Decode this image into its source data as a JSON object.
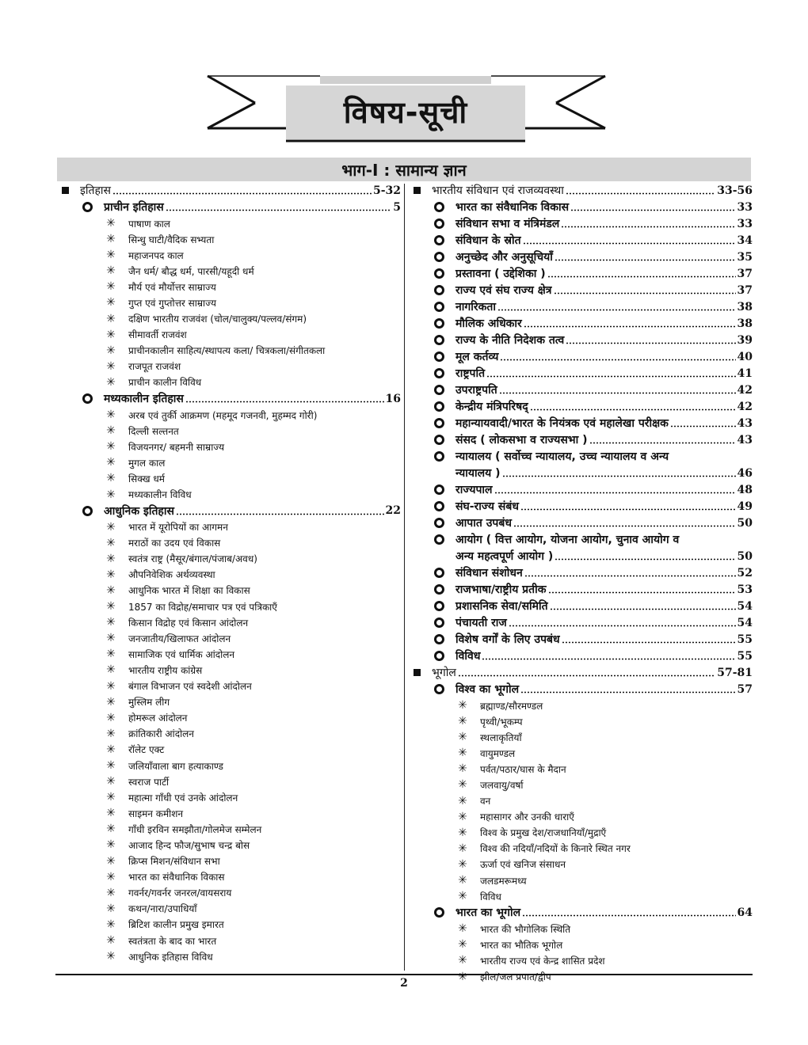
{
  "title": "विषय-सूची",
  "part_heading": "भाग-I : सामान्य ज्ञान",
  "page_number": "2",
  "left_column": [
    {
      "level": 0,
      "text": "इतिहास",
      "page": "5-32"
    },
    {
      "level": 1,
      "text": "प्राचीन इतिहास",
      "page": "5"
    },
    {
      "level": 2,
      "text": "पाषाण काल"
    },
    {
      "level": 2,
      "text": "सिन्धु घाटी/वैदिक सभ्यता"
    },
    {
      "level": 2,
      "text": "महाजनपद काल"
    },
    {
      "level": 2,
      "text": "जैन धर्म/ बौद्ध धर्म, पारसी/यहूदी धर्म"
    },
    {
      "level": 2,
      "text": "मौर्य एवं मौर्योत्तर साम्राज्य"
    },
    {
      "level": 2,
      "text": "गुप्त एवं गुप्तोत्तर साम्राज्य"
    },
    {
      "level": 2,
      "text": "दक्षिण भारतीय राजवंश (चोल/चालुक्य/पल्लव/संगम)"
    },
    {
      "level": 2,
      "text": "सीमावर्ती राजवंश"
    },
    {
      "level": 2,
      "text": "प्राचीनकालीन साहित्य/स्थापत्य कला/ चित्रकला/संगीतकला"
    },
    {
      "level": 2,
      "text": "राजपूत राजवंश"
    },
    {
      "level": 2,
      "text": "प्राचीन कालीन विविध"
    },
    {
      "level": 1,
      "text": "मध्यकालीन इतिहास",
      "page": "16"
    },
    {
      "level": 2,
      "text": "अरब एवं तुर्की आक्रमण (महमूद गजनवी, मुहम्मद गोरी)"
    },
    {
      "level": 2,
      "text": "दिल्ली सल्तनत"
    },
    {
      "level": 2,
      "text": "विजयनगर/ बहमनी साम्राज्य"
    },
    {
      "level": 2,
      "text": "मुगल काल"
    },
    {
      "level": 2,
      "text": "सिक्ख धर्म"
    },
    {
      "level": 2,
      "text": "मध्यकालीन विविध"
    },
    {
      "level": 1,
      "text": "आधुनिक इतिहास",
      "page": "22"
    },
    {
      "level": 2,
      "text": "भारत में यूरोपियों का आगमन"
    },
    {
      "level": 2,
      "text": "मराठों का उदय एवं विकास"
    },
    {
      "level": 2,
      "text": "स्वतंत्र राष्ट्र (मैसूर/बंगाल/पंजाब/अवध)"
    },
    {
      "level": 2,
      "text": "औपनिवेशिक अर्थव्यवस्था"
    },
    {
      "level": 2,
      "text": "आधुनिक भारत में शिक्षा का विकास"
    },
    {
      "level": 2,
      "text": "1857 का विद्रोह/समाचार पत्र एवं पत्रिकाएँ"
    },
    {
      "level": 2,
      "text": "किसान विद्रोह एवं किसान आंदोलन"
    },
    {
      "level": 2,
      "text": "जनजातीय/खिलाफत आंदोलन"
    },
    {
      "level": 2,
      "text": "सामाजिक एवं धार्मिक आंदोलन"
    },
    {
      "level": 2,
      "text": "भारतीय राष्ट्रीय कांग्रेस"
    },
    {
      "level": 2,
      "text": "बंगाल विभाजन एवं स्वदेशी आंदोलन"
    },
    {
      "level": 2,
      "text": "मुस्लिम लीग"
    },
    {
      "level": 2,
      "text": "होमरूल आंदोलन"
    },
    {
      "level": 2,
      "text": "क्रांतिकारी आंदोलन"
    },
    {
      "level": 2,
      "text": "रॉलेट एक्ट"
    },
    {
      "level": 2,
      "text": "जलियाँवाला बाग हत्याकाण्ड"
    },
    {
      "level": 2,
      "text": "स्वराज पार्टी"
    },
    {
      "level": 2,
      "text": "महात्मा गाँधी एवं उनके आंदोलन"
    },
    {
      "level": 2,
      "text": "साइमन कमीशन"
    },
    {
      "level": 2,
      "text": "गाँधी इरविन समझौता/गोलमेज सम्मेलन"
    },
    {
      "level": 2,
      "text": "आजाद हिन्द फौज/सुभाष चन्द्र बोस"
    },
    {
      "level": 2,
      "text": "क्रिप्स मिशन/संविधान सभा"
    },
    {
      "level": 2,
      "text": "भारत का संवैधानिक विकास"
    },
    {
      "level": 2,
      "text": "गवर्नर/गवर्नर जनरल/वायसराय"
    },
    {
      "level": 2,
      "text": "कथन/नारा/उपाधियाँ"
    },
    {
      "level": 2,
      "text": "ब्रिटिश कालीन प्रमुख इमारत"
    },
    {
      "level": 2,
      "text": "स्वतंत्रता के बाद का भारत"
    },
    {
      "level": 2,
      "text": "आधुनिक इतिहास विविध"
    }
  ],
  "right_column": [
    {
      "level": 0,
      "text": "भारतीय संविधान एवं राजव्यवस्था",
      "page": "33-56"
    },
    {
      "level": 1,
      "text": "भारत का संवैधानिक विकास",
      "page": "33"
    },
    {
      "level": 1,
      "text": "संविधान सभा व मंत्रिमंडल",
      "page": "33"
    },
    {
      "level": 1,
      "text": "संविधान के स्रोत",
      "page": "34"
    },
    {
      "level": 1,
      "text": "अनुच्छेद और अनुसूचियाँ",
      "page": "35"
    },
    {
      "level": 1,
      "text": "प्रस्तावना ( उद्देशिका )",
      "page": "37"
    },
    {
      "level": 1,
      "text": "राज्य एवं संघ राज्य क्षेत्र",
      "page": "37"
    },
    {
      "level": 1,
      "text": "नागरिकता",
      "page": "38"
    },
    {
      "level": 1,
      "text": "मौलिक अधिकार",
      "page": "38"
    },
    {
      "level": 1,
      "text": "राज्य के नीति निदेशक तत्व",
      "page": "39"
    },
    {
      "level": 1,
      "text": "मूल कर्तव्य",
      "page": "40"
    },
    {
      "level": 1,
      "text": "राष्ट्रपति",
      "page": "41"
    },
    {
      "level": 1,
      "text": "उपराष्ट्रपति",
      "page": "42"
    },
    {
      "level": 1,
      "text": "केन्द्रीय मंत्रिपरिषद्",
      "page": "42"
    },
    {
      "level": 1,
      "text": "महान्यायवादी/भारत के नियंत्रक एवं महालेखा परीक्षक",
      "page": "43"
    },
    {
      "level": 1,
      "text": "संसद ( लोकसभा व राज्यसभा )",
      "page": "43"
    },
    {
      "level": 1,
      "text": "न्यायालय ( सर्वोच्च न्यायालय, उच्च न्यायालय व अन्य",
      "text2": "न्यायालय )",
      "page": "46"
    },
    {
      "level": 1,
      "text": "राज्यपाल",
      "page": "48"
    },
    {
      "level": 1,
      "text": "संघ-राज्य संबंध",
      "page": "49"
    },
    {
      "level": 1,
      "text": "आपात उपबंध",
      "page": "50"
    },
    {
      "level": 1,
      "text": "आयोग ( वित्त आयोग, योजना आयोग, चुनाव आयोग व",
      "text2": "अन्य महत्वपूर्ण आयोग )",
      "page": "50"
    },
    {
      "level": 1,
      "text": "संविधान संशोधन",
      "page": "52"
    },
    {
      "level": 1,
      "text": "राजभाषा/राष्ट्रीय प्रतीक",
      "page": "53"
    },
    {
      "level": 1,
      "text": "प्रशासनिक सेवा/समिति",
      "page": "54"
    },
    {
      "level": 1,
      "text": "पंचायती राज",
      "page": "54"
    },
    {
      "level": 1,
      "text": "विशेष वर्गों के लिए उपबंध",
      "page": "55"
    },
    {
      "level": 1,
      "text": "विविध",
      "page": "55"
    },
    {
      "level": 0,
      "text": "भूगोल",
      "page": "57-81"
    },
    {
      "level": 1,
      "text": "विश्व का भूगोल",
      "page": "57"
    },
    {
      "level": 2,
      "text": "ब्रह्माण्ड/सौरमण्डल"
    },
    {
      "level": 2,
      "text": "पृथ्वी/भूकम्प"
    },
    {
      "level": 2,
      "text": "स्थलाकृतियाँ"
    },
    {
      "level": 2,
      "text": "वायुमण्डल"
    },
    {
      "level": 2,
      "text": "पर्वत/पठार/घास के मैदान"
    },
    {
      "level": 2,
      "text": "जलवायु/वर्षा"
    },
    {
      "level": 2,
      "text": "वन"
    },
    {
      "level": 2,
      "text": "महासागर और उनकी धाराएँ"
    },
    {
      "level": 2,
      "text": "विश्व के प्रमुख देश/राजधानियाँ/मुद्राएँ"
    },
    {
      "level": 2,
      "text": "विश्व की नदियाँ/नदियों के किनारे स्थित नगर"
    },
    {
      "level": 2,
      "text": "ऊर्जा एवं खनिज संसाधन"
    },
    {
      "level": 2,
      "text": "जलडमरूमध्य"
    },
    {
      "level": 2,
      "text": "विविध"
    },
    {
      "level": 1,
      "text": "भारत का भूगोल",
      "page": "64"
    },
    {
      "level": 2,
      "text": "भारत की भौगोलिक स्थिति"
    },
    {
      "level": 2,
      "text": "भारत का भौतिक भूगोल"
    },
    {
      "level": 2,
      "text": "भारतीय राज्य एवं केन्द्र शासित प्रदेश"
    },
    {
      "level": 2,
      "text": "झील/जल प्रपात/द्वीप"
    }
  ]
}
